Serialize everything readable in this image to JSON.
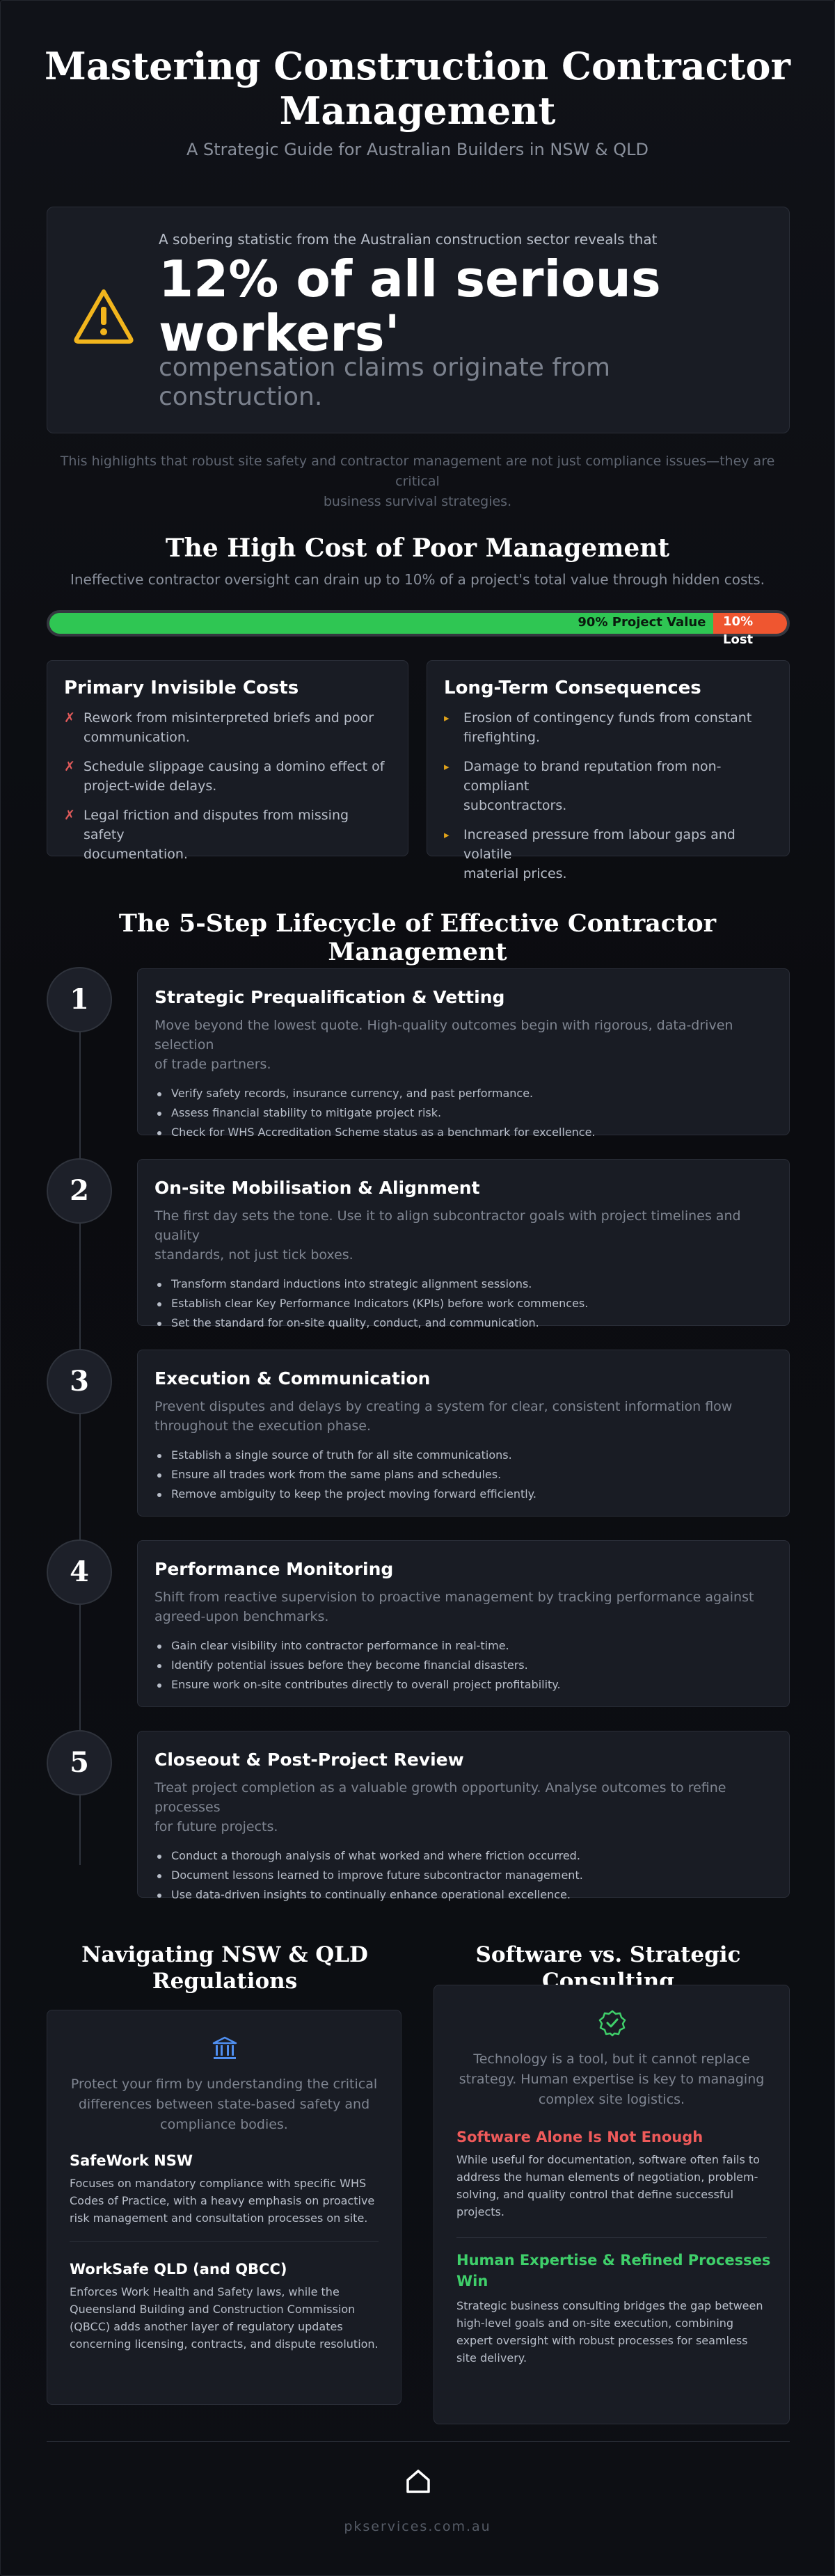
{
  "hero": {
    "title_line1": "Mastering Construction Contractor",
    "title_line2": "Management",
    "subtitle": "A Strategic Guide for Australian Builders in NSW & QLD"
  },
  "stat": {
    "icon": "warning-triangle-icon",
    "lead": "A sobering statistic from the Australian construction sector reveals that",
    "big_line1": "12% of all serious",
    "big_line2": "workers'",
    "rest_line1": "compensation claims originate from",
    "rest_line2": "construction."
  },
  "note": {
    "line1": "This highlights that robust site safety and contractor management are not just compliance issues—they are critical",
    "line2": "business survival strategies."
  },
  "cost": {
    "title": "The High Cost of Poor Management",
    "subtitle": "Ineffective contractor oversight can drain up to 10% of a project's total value through hidden costs.",
    "bar": {
      "value_percent": 90,
      "lost_percent": 10,
      "value_label": "90% Project Value",
      "lost_label_pct": "10%",
      "lost_label_word": "Lost",
      "value_color": "#2fc653",
      "lost_color": "#ef5630"
    },
    "primary": {
      "title": "Primary Invisible Costs",
      "marker": "✗",
      "items": [
        [
          "Rework from misinterpreted briefs and poor",
          "communication."
        ],
        [
          "Schedule slippage causing a domino effect of",
          "project-wide delays."
        ],
        [
          "Legal friction and disputes from missing safety",
          "documentation."
        ]
      ]
    },
    "longterm": {
      "title": "Long-Term Consequences",
      "marker": "▸",
      "items": [
        [
          "Erosion of contingency funds from constant",
          "firefighting."
        ],
        [
          "Damage to brand reputation from non-compliant",
          "subcontractors."
        ],
        [
          "Increased pressure from labour gaps and volatile",
          "material prices."
        ]
      ]
    }
  },
  "lifecycle": {
    "title": "The 5-Step Lifecycle of Effective Contractor Management",
    "steps": [
      {
        "num": "1",
        "title": "Strategic Prequalification & Vetting",
        "desc": [
          "Move beyond the lowest quote. High-quality outcomes begin with rigorous, data-driven selection",
          "of trade partners."
        ],
        "bullets": [
          "Verify safety records, insurance currency, and past performance.",
          "Assess financial stability to mitigate project risk.",
          "Check for WHS Accreditation Scheme status as a benchmark for excellence."
        ]
      },
      {
        "num": "2",
        "title": "On-site Mobilisation & Alignment",
        "desc": [
          "The first day sets the tone. Use it to align subcontractor goals with project timelines and quality",
          "standards, not just tick boxes."
        ],
        "bullets": [
          "Transform standard inductions into strategic alignment sessions.",
          "Establish clear Key Performance Indicators (KPIs) before work commences.",
          "Set the standard for on-site quality, conduct, and communication."
        ]
      },
      {
        "num": "3",
        "title": "Execution & Communication",
        "desc": [
          "Prevent disputes and delays by creating a system for clear, consistent information flow",
          "throughout the execution phase."
        ],
        "bullets": [
          "Establish a single source of truth for all site communications.",
          "Ensure all trades work from the same plans and schedules.",
          "Remove ambiguity to keep the project moving forward efficiently."
        ]
      },
      {
        "num": "4",
        "title": "Performance Monitoring",
        "desc": [
          "Shift from reactive supervision to proactive management by tracking performance against",
          "agreed-upon benchmarks."
        ],
        "bullets": [
          "Gain clear visibility into contractor performance in real-time.",
          "Identify potential issues before they become financial disasters.",
          "Ensure work on-site contributes directly to overall project profitability."
        ]
      },
      {
        "num": "5",
        "title": "Closeout & Post-Project Review",
        "desc": [
          "Treat project completion as a valuable growth opportunity. Analyse outcomes to refine processes",
          "for future projects."
        ],
        "bullets": [
          "Conduct a thorough analysis of what worked and where friction occurred.",
          "Document lessons learned to improve future subcontractor management.",
          "Use data-driven insights to continually enhance operational excellence."
        ]
      }
    ]
  },
  "regulations": {
    "title_line1": "Navigating NSW & QLD",
    "title_line2": "Regulations",
    "icon": "building-columns-icon",
    "intro": [
      "Protect your firm by understanding the critical",
      "differences between state-based safety and",
      "compliance bodies."
    ],
    "nsw": {
      "title": "SafeWork NSW",
      "text": [
        "Focuses on mandatory compliance with specific WHS",
        "Codes of Practice, with a heavy emphasis on proactive",
        "risk management and consultation processes on site."
      ]
    },
    "qld": {
      "title": "WorkSafe QLD (and QBCC)",
      "text": [
        "Enforces Work Health and Safety laws, while the",
        "Queensland Building and Construction Commission",
        "(QBCC) adds another layer of regulatory updates",
        "concerning licensing, contracts, and dispute resolution."
      ]
    }
  },
  "software": {
    "title": "Software vs. Strategic Consulting",
    "icon": "check-badge-icon",
    "intro": [
      "Technology is a tool, but it cannot replace",
      "strategy. Human expertise is key to managing",
      "complex site logistics."
    ],
    "alone": {
      "title": "Software Alone Is Not Enough",
      "color": "#ef5a5a",
      "text": [
        "While useful for documentation, software often fails to",
        "address the human elements of negotiation, problem-",
        "solving, and quality control that define successful",
        "projects."
      ]
    },
    "human": {
      "title_line1": "Human Expertise & Refined Processes",
      "title_line2": "Win",
      "color": "#3fcf6a",
      "text": [
        "Strategic business consulting bridges the gap between",
        "high-level goals and on-site execution, combining",
        "expert oversight with robust processes for seamless",
        "site delivery."
      ]
    }
  },
  "footer": {
    "icon": "home-icon",
    "url": "pkservices.com.au"
  }
}
